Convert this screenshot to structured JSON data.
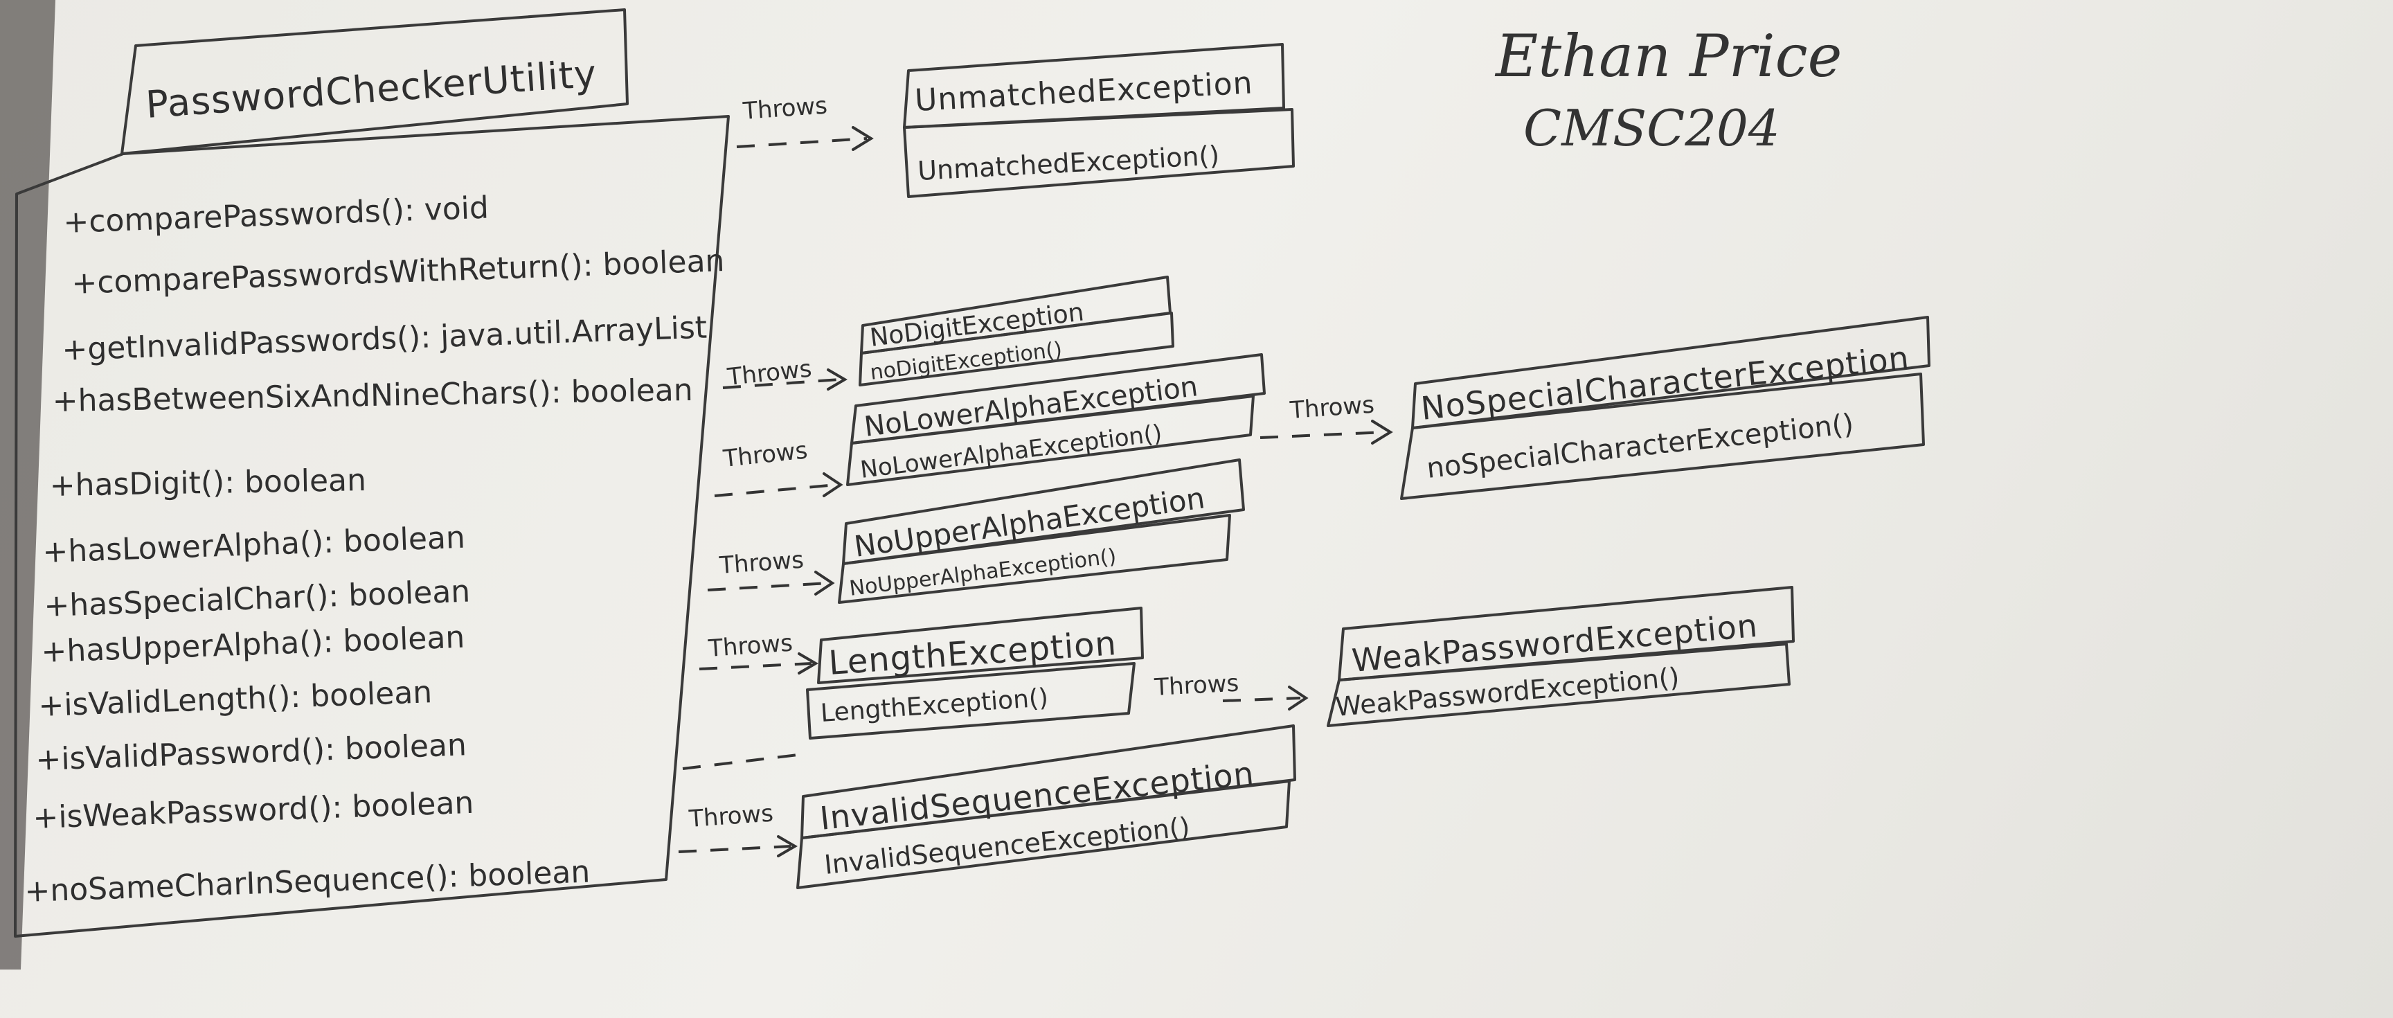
{
  "author": {
    "name": "Ethan Price",
    "course": "CMSC204"
  },
  "main_class": {
    "name": "PasswordCheckerUtility",
    "methods": [
      "+comparePasswords(): void",
      "+comparePasswordsWithReturn(): boolean",
      "+getInvalidPasswords(): java.util.ArrayList",
      "+hasBetweenSixAndNineChars(): boolean",
      "+hasDigit(): boolean",
      "+hasLowerAlpha(): boolean",
      "+hasSpecialChar(): boolean",
      "+hasUpperAlpha(): boolean",
      "+isValidLength(): boolean",
      "+isValidPassword(): boolean",
      "+isWeakPassword(): boolean",
      "+noSameCharInSequence(): boolean"
    ]
  },
  "relation_label": "Throws",
  "exceptions": [
    {
      "name": "UnmatchedException",
      "constructor": "UnmatchedException()"
    },
    {
      "name": "NoDigitException",
      "constructor": "noDigitException()"
    },
    {
      "name": "NoLowerAlphaException",
      "constructor": "NoLowerAlphaException()"
    },
    {
      "name": "NoUpperAlphaException",
      "constructor": "NoUpperAlphaException()"
    },
    {
      "name": "LengthException",
      "constructor": "LengthException()"
    },
    {
      "name": "InvalidSequenceException",
      "constructor": "InvalidSequenceException()"
    },
    {
      "name": "NoSpecialCharacterException",
      "constructor": "noSpecialCharacterException()"
    },
    {
      "name": "WeakPasswordException",
      "constructor": "WeakPasswordException()"
    }
  ]
}
